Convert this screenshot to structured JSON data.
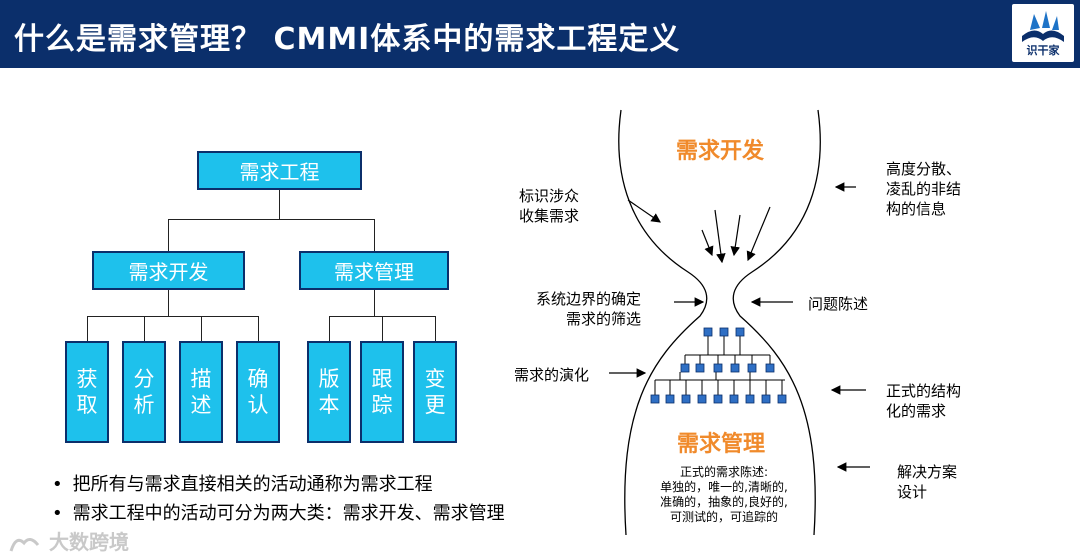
{
  "header": {
    "title": "什么是需求管理？  CMMI体系中的需求工程定义",
    "logo_text": "识干家",
    "logo_icon": "open-book-icon",
    "bg_color": "#0b2f6b"
  },
  "tree": {
    "root": "需求工程",
    "dev": "需求开发",
    "mgmt": "需求管理",
    "dev_children": [
      "获取",
      "分析",
      "描述",
      "确认"
    ],
    "mgmt_children": [
      "版本",
      "跟踪",
      "变更"
    ],
    "box_color": "#1ec1ec"
  },
  "bullets": [
    "把所有与需求直接相关的活动通称为需求工程",
    "需求工程中的活动可分为两大类：需求开发、需求管理"
  ],
  "hourglass": {
    "top_title": "需求开发",
    "bottom_title": "需求管理",
    "left_labels": [
      "标识涉众\n收集需求",
      "系统边界的确定\n需求的筛选",
      "需求的演化"
    ],
    "right_labels": [
      "高度分散、\n凌乱的非结\n构的信息",
      "问题陈述",
      "正式的结构\n化的需求",
      "解决方案\n设计"
    ],
    "formal_title": "正式的需求陈述:",
    "formal_lines": [
      "单独的，唯一的,清晰的,",
      "准确的，抽象的,良好的,",
      "可测试的，可追踪的"
    ],
    "accent_color": "#f08a2b"
  },
  "watermark": "大数跨境"
}
